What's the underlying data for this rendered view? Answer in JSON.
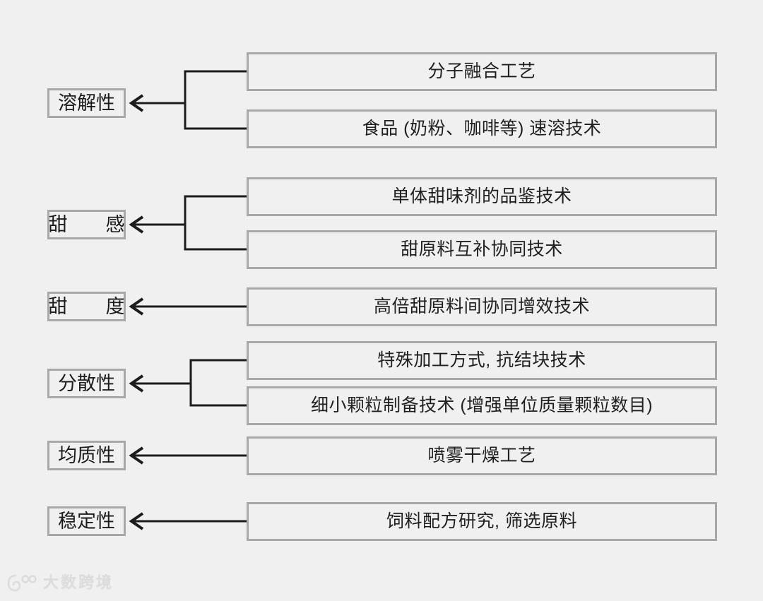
{
  "canvas": {
    "background_color": "#f0f0f0",
    "box_border_color": "#a8a8a8",
    "connector_color": "#1c1c1c",
    "text_color": "#1c1c1c"
  },
  "rows": [
    {
      "property": "溶解性",
      "techniques": [
        "分子融合工艺",
        "食品 (奶粉、咖啡等) 速溶技术"
      ]
    },
    {
      "property": "甜　　感",
      "techniques": [
        "单体甜味剂的品鉴技术",
        "甜原料互补协同技术"
      ]
    },
    {
      "property": "甜　　度",
      "techniques": [
        "高倍甜原料间协同增效技术"
      ]
    },
    {
      "property": "分散性",
      "techniques": [
        "特殊加工方式, 抗结块技术",
        "细小颗粒制备技术 (增强单位质量颗粒数目)"
      ]
    },
    {
      "property": "均质性",
      "techniques": [
        "喷雾干燥工艺"
      ]
    },
    {
      "property": "稳定性",
      "techniques": [
        "饲料配方研究, 筛选原料"
      ]
    }
  ],
  "watermark": {
    "text": "大数跨境",
    "mark_name": "logo-mark"
  }
}
